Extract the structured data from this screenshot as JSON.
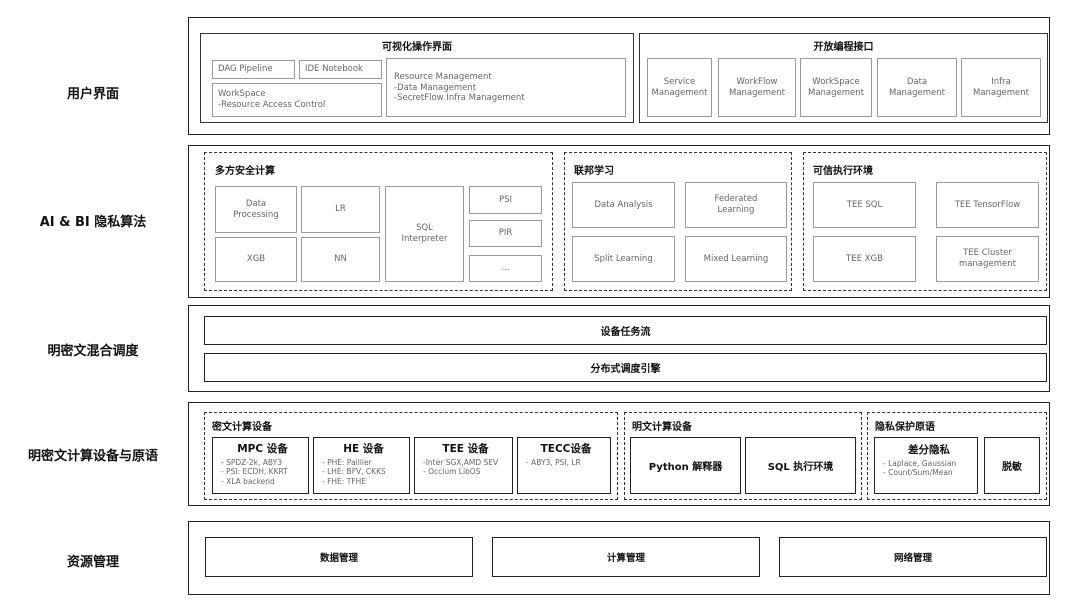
{
  "rows": {
    "user": "用户界面",
    "algo": "AI & BI 隐私算法",
    "sched": "明密文混合调度",
    "device": "明密文计算设备与原语",
    "res": "资源管理"
  },
  "user_layer": {
    "visual": {
      "title": "可视化操作界面",
      "dag": "DAG Pipeline",
      "ide": "IDE Notebook",
      "workspace": "WorkSpace\n-Resource Access Control",
      "resource": "Resource Management\n-Data Management\n-SecretFlow Infra Management"
    },
    "api": {
      "title": "开放编程接口",
      "items": [
        "Service\nManagement",
        "WorkFlow\nManagement",
        "WorkSpace\nManagement",
        "Data\nManagement",
        "Infra\nManagement"
      ]
    }
  },
  "algo_layer": {
    "mpc": {
      "title": "多方安全计算",
      "data_processing": "Data\nProcessing",
      "lr": "LR",
      "sql": "SQL\nInterpreter",
      "psi": "PSI",
      "xgb": "XGB",
      "nn": "NN",
      "pir": "PIR",
      "more": "..."
    },
    "fl": {
      "title": "联邦学习",
      "items": [
        "Data Analysis",
        "Federated\nLearning",
        "Split Learning",
        "Mixed Learning"
      ]
    },
    "tee": {
      "title": "可信执行环境",
      "items": [
        "TEE  SQL",
        "TEE  TensorFlow",
        "TEE  XGB",
        "TEE  Cluster\nmanagement"
      ]
    }
  },
  "sched_layer": {
    "flow": "设备任务流",
    "engine": "分布式调度引擎"
  },
  "device_layer": {
    "cipher": {
      "title": "密文计算设备",
      "devices": [
        {
          "name": "MPC 设备",
          "lines": [
            "- SPDZ-2k, ABY3",
            "- PSI: ECDH, KKRT",
            "- XLA backend"
          ]
        },
        {
          "name": "HE 设备",
          "lines": [
            "- PHE: Paillier",
            "- LHE: BFV, CKKS",
            "- FHE: TFHE"
          ]
        },
        {
          "name": "TEE 设备",
          "lines": [
            "-Inter SGX,AMD SEV",
            "- Occlum LibOS"
          ]
        },
        {
          "name": "TECC设备",
          "lines": [
            "- ABY3, PSI, LR"
          ]
        }
      ]
    },
    "plain": {
      "title": "明文计算设备",
      "python": "Python 解释器",
      "sql": "SQL 执行环境"
    },
    "privacy": {
      "title": "隐私保护原语",
      "dp_name": "差分隐私",
      "dp_lines": [
        "- Laplace, Gaussian",
        "- Count/Sum/Mean"
      ],
      "mask": "脱敏"
    }
  },
  "res_layer": {
    "items": [
      "数据管理",
      "计算管理",
      "网络管理"
    ]
  }
}
